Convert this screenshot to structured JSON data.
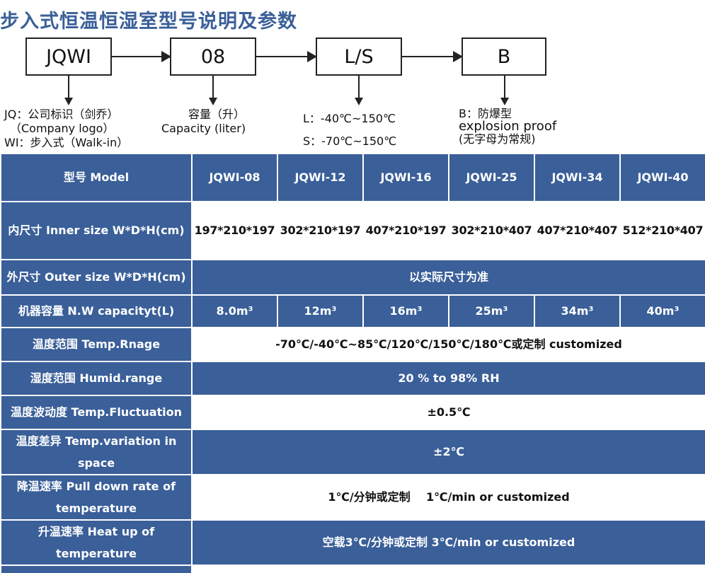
{
  "title": "步入式恒温恒湿室型号说明及参数",
  "model_boxes": [
    "JQWI",
    "08",
    "L/S",
    "B"
  ],
  "notes": {
    "jq_1": "JQ：公司标识（剑乔）",
    "jq_2": "（Company logo）",
    "jq_3": "WI：步入式（Walk-in）",
    "cap_1": "容量（升）",
    "cap_2": "Capacity (liter)",
    "temp_l": "L：-40℃~150℃",
    "temp_s": "S：-70℃~150℃",
    "b_1": "B：防爆型",
    "b_2": "explosion proof",
    "b_3": "(无字母为常规)"
  },
  "table": {
    "header_label": "型号 Model",
    "models": [
      "JQWI-08",
      "JQWI-12",
      "JQWI-16",
      "JQWI-25",
      "JQWI-34",
      "JQWI-40"
    ],
    "inner_label": "内尺寸 Inner size W*D*H(cm)",
    "inner_sizes": [
      "197*210*197",
      "302*210*197",
      "407*210*197",
      "302*210*407",
      "407*210*407",
      "512*210*407"
    ],
    "outer_label": "外尺寸 Outer size W*D*H(cm)",
    "outer_value": "以实际尺寸为准",
    "capacity_label": "机器容量 N.W capacityt(L)",
    "capacities": [
      "8.0m³",
      "12m³",
      "16m³",
      "25m³",
      "34m³",
      "40m³"
    ],
    "temp_range_label": "温度范围 Temp.Rnage",
    "temp_range_value": "-70℃/-40℃~85℃/120℃/150℃/180℃或定制 customized",
    "humid_label": "湿度范围 Humid.range",
    "humid_value": "20 % to 98% RH",
    "fluct_label": "温度波动度 Temp.Fluctuation",
    "fluct_value": "±0.5℃",
    "variation_label": "温度差异 Temp.variation in space",
    "variation_value": "±2℃",
    "pulldown_label": "降温速率 Pull down rate of temperature",
    "pulldown_value": "1℃/分钟或定制    1℃/min or customized",
    "heatup_label": "升温速率 Heat up of temperature",
    "heatup_value": "空载3℃/分钟或定制 3℃/min or customized"
  }
}
